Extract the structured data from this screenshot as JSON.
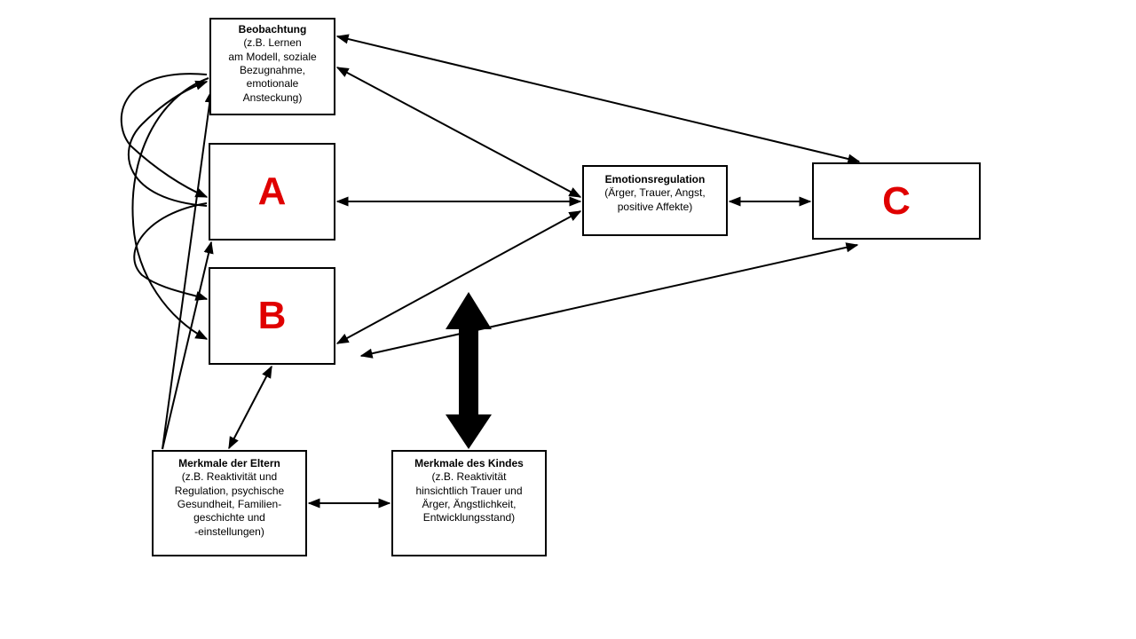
{
  "nodes": {
    "beobachtung": {
      "title": "Beobachtung",
      "desc": "(z.B. Lernen\nam Modell, soziale\nBezugnahme,\nemotionale\nAnsteckung)"
    },
    "a": {
      "letter": "A"
    },
    "b": {
      "letter": "B"
    },
    "emotion": {
      "title": "Emotionsregulation",
      "desc": "(Ärger, Trauer, Angst,\npositive Affekte)"
    },
    "c": {
      "letter": "C"
    },
    "eltern": {
      "title": "Merkmale der Eltern",
      "desc": "(z.B. Reaktivität und\nRegulation, psychische\nGesundheit, Familien-\ngeschichte und\n-einstellungen)"
    },
    "kind": {
      "title": "Merkmale des Kindes",
      "desc": "(z.B. Reaktivität\nhinsichtlich Trauer und\nÄrger, Ängstlichkeit,\nEntwicklungsstand)"
    }
  },
  "colors": {
    "letter": "#e00000",
    "line": "#000000",
    "box_border": "#000000"
  }
}
